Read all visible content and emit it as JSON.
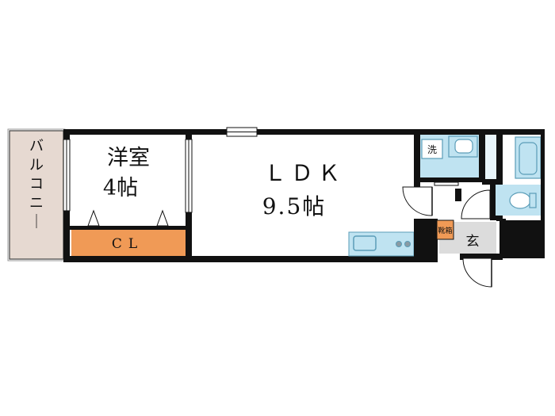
{
  "rooms": {
    "balcony": {
      "label": "バルコニー"
    },
    "western_room": {
      "name": "洋室",
      "size": "4帖"
    },
    "closet": {
      "label": "CL"
    },
    "ldk": {
      "name": "ＬＤＫ",
      "size": "9.5帖"
    },
    "washer": {
      "label": "洗"
    },
    "shoe_box": {
      "label": "靴箱"
    },
    "entrance": {
      "label": "玄"
    }
  },
  "colors": {
    "wall": "#111111",
    "balcony_fill": "#e6d9d1",
    "closet_fill": "#f09a56",
    "fixture_fill": "#bfe3f1",
    "fixture_stroke": "#5b9db8",
    "entrance_fill": "#dcdcdc",
    "shoe_box_fill": "#f09a56"
  }
}
